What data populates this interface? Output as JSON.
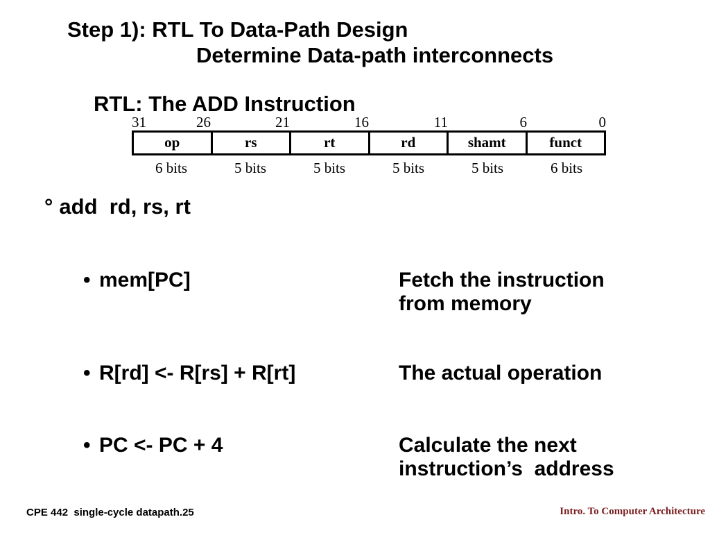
{
  "slide": {
    "title_line1": "Step 1): RTL To Data-Path Design",
    "title_line2": "Determine Data-path interconnects",
    "section_heading": "RTL: The ADD Instruction"
  },
  "instruction_format": {
    "bit_positions": [
      "31",
      "26",
      "21",
      "16",
      "11",
      "6",
      "0"
    ],
    "fields": [
      "op",
      "rs",
      "rt",
      "rd",
      "shamt",
      "funct"
    ],
    "field_widths": [
      "6 bits",
      "5 bits",
      "5 bits",
      "5 bits",
      "5 bits",
      "6 bits"
    ]
  },
  "assembly": {
    "marker": "°",
    "text": "add  rd, rs, rt"
  },
  "rtl_steps": [
    {
      "marker": "•",
      "expression": "mem[PC]",
      "description": "Fetch the instruction\nfrom memory"
    },
    {
      "marker": "•",
      "expression": "R[rd] <- R[rs] + R[rt]",
      "description": "The actual operation"
    },
    {
      "marker": "•",
      "expression": "PC <- PC + 4",
      "description": "Calculate the next\ninstruction’s  address"
    }
  ],
  "footer": {
    "left": "CPE 442  single-cycle datapath.25",
    "right": "Intro. To Computer Architecture"
  },
  "colors": {
    "background": "#ffffff",
    "text": "#000000",
    "footer_right": "#7b1f1f"
  }
}
